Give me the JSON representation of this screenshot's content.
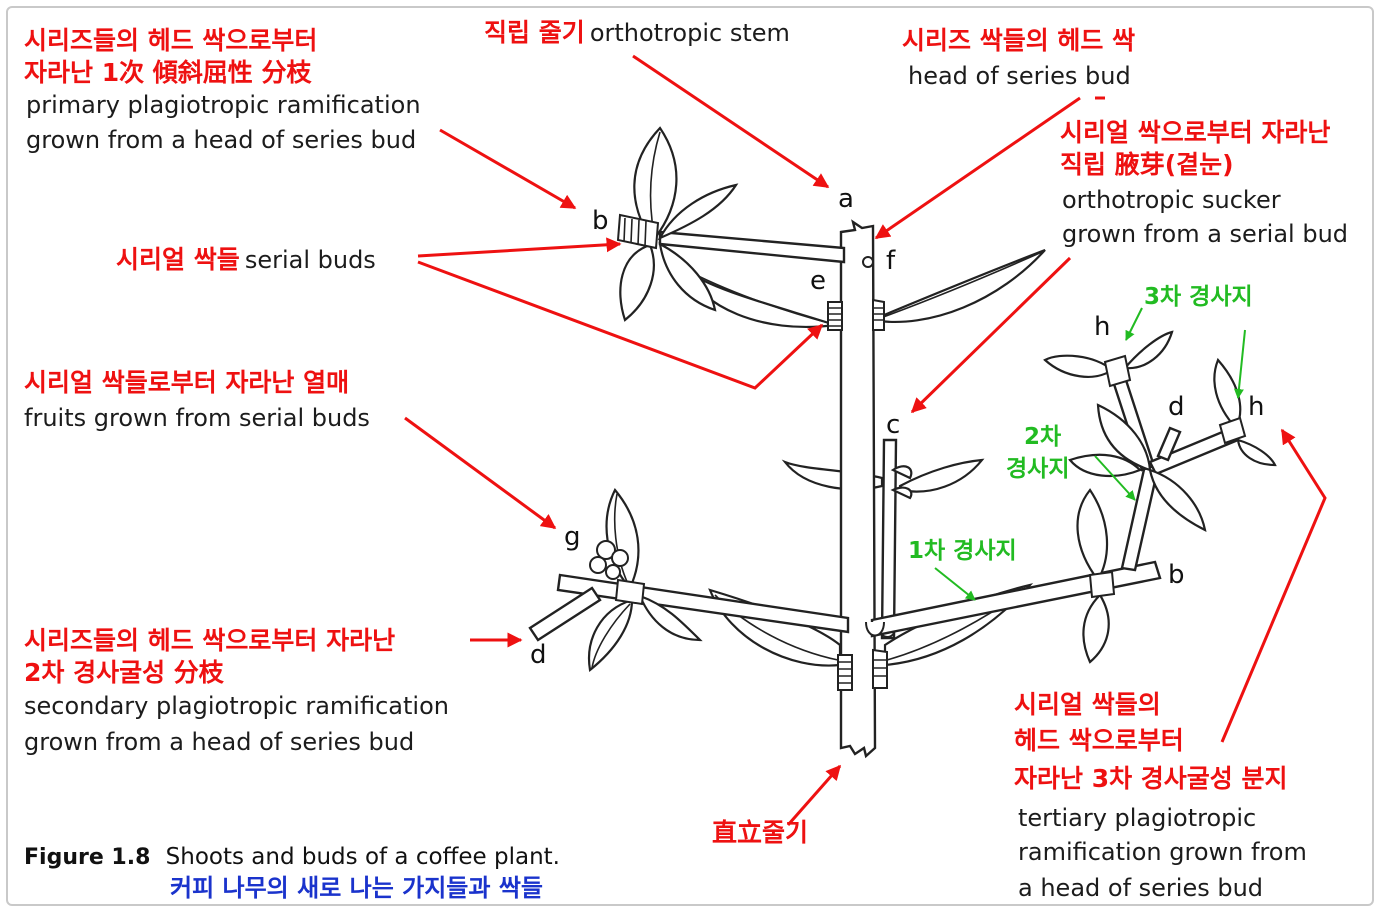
{
  "labels": {
    "primary_ko_line1": "시리즈들의 헤드 싹으로부터",
    "primary_ko_line2": "자라난 1次 傾斜屈性 分枝",
    "primary_en_line1": "primary plagiotropic ramification",
    "primary_en_line2": "grown from a head of series bud",
    "stem_ko": "직립 줄기",
    "stem_en": "orthotropic stem",
    "head_ko": "시리즈 싹들의 헤드 싹",
    "head_en": "head of series bud",
    "sucker_ko_line1": "시리얼 싹으로부터 자라난",
    "sucker_ko_line2": "직립 腋芽(곁눈)",
    "sucker_en_line1": "orthotropic sucker",
    "sucker_en_line2": "grown from a serial bud",
    "serial_ko": "시리얼 싹들",
    "serial_en": "serial buds",
    "fruits_ko": "시리얼 싹들로부터 자라난 열매",
    "fruits_en": "fruits grown from serial buds",
    "secondary_ko_line1": "시리즈들의 헤드 싹으로부터 자라난",
    "secondary_ko_line2": "2차 경사굴성 分枝",
    "secondary_en_line1": "secondary plagiotropic ramification",
    "secondary_en_line2": "grown from a head of series bud",
    "tertiary_ko_line1": "시리얼 싹들의",
    "tertiary_ko_line2": "헤드 싹으로부터",
    "tertiary_ko_line3": "자라난 3차 경사굴성 분지",
    "tertiary_en_line1": "tertiary plagiotropic",
    "tertiary_en_line2": "ramification grown from",
    "tertiary_en_line3": "a head of series bud",
    "erect_stem_hanja": "直立줄기",
    "branch_3rd": "3차 경사지",
    "branch_2nd_line1": "2차",
    "branch_2nd_line2": "경사지",
    "branch_1st": "1차 경사지"
  },
  "letters": {
    "a": "a",
    "b": "b",
    "b2": "b",
    "c": "c",
    "d": "d",
    "d2": "d",
    "e": "e",
    "f": "f",
    "g": "g",
    "h": "h",
    "h2": "h"
  },
  "caption": {
    "figure_number": "Figure 1.8",
    "text_en": "Shoots and buds of a coffee plant.",
    "text_ko": "커피 나무의 새로 나는 가지들과 싹들"
  },
  "colors": {
    "korean_label": "#ee1111",
    "green_label": "#22bb22",
    "caption_korean": "#1a33cc",
    "line_art": "#222222"
  }
}
